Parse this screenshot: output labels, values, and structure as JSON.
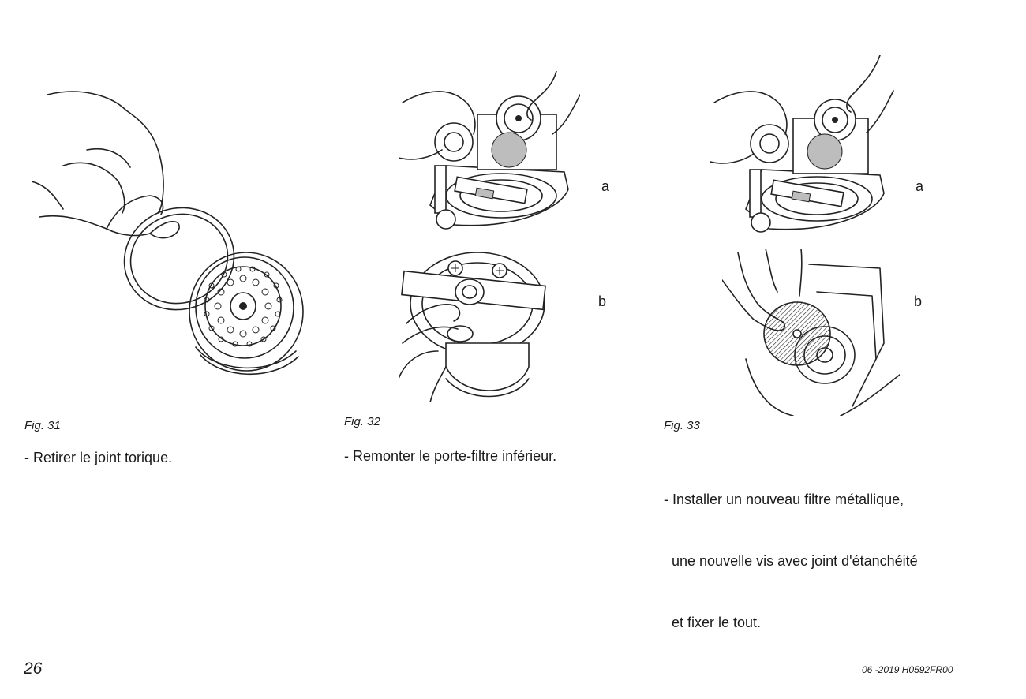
{
  "figures": [
    {
      "caption": "Fig. 31",
      "instruction_lines": [
        "- Retirer le joint torique."
      ]
    },
    {
      "caption": "Fig. 32",
      "instruction_lines": [
        "- Remonter le porte-filtre inférieur."
      ],
      "panel_labels": [
        "a",
        "b"
      ]
    },
    {
      "caption": "Fig. 33",
      "instruction_lines": [
        "- Installer un nouveau filtre métallique,",
        "  une nouvelle vis avec joint d'étanchéité",
        "  et fixer le tout."
      ],
      "panel_labels": [
        "a",
        "b"
      ]
    }
  ],
  "footer": {
    "page_number": "26",
    "document_reference": "06 -2019 H0592FR00"
  }
}
